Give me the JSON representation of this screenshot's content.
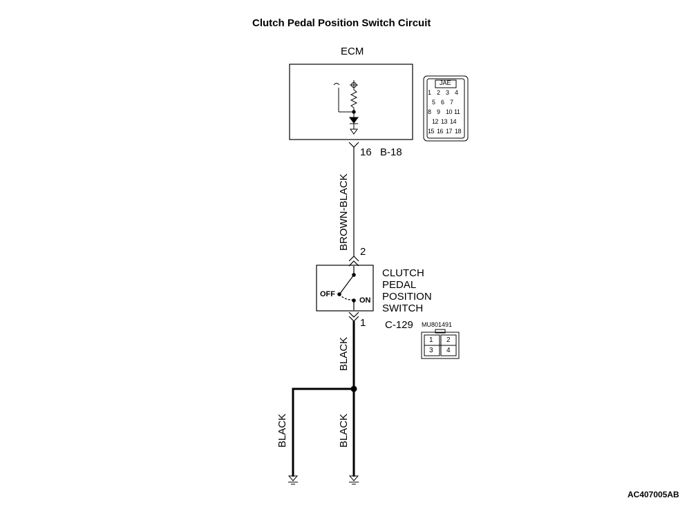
{
  "diagram": {
    "title": "Clutch Pedal Position Switch Circuit",
    "figure_code": "AC407005AB"
  },
  "ecm": {
    "label": "ECM",
    "terminal": "16",
    "connector": "B-18",
    "connector_view": {
      "type": "JAE",
      "pins": [
        "1",
        "2",
        "3",
        "4",
        "5",
        "6",
        "7",
        "8",
        "9",
        "10",
        "11",
        "12",
        "13",
        "14",
        "15",
        "16",
        "17",
        "18"
      ]
    }
  },
  "switch": {
    "name_lines": [
      "CLUTCH",
      "PEDAL",
      "POSITION",
      "SWITCH"
    ],
    "off_label": "OFF",
    "on_label": "ON",
    "upper_terminal": "2",
    "lower_terminal": "1",
    "connector": "C-129",
    "part_number": "MU801491",
    "connector_view": {
      "pins": [
        "1",
        "2",
        "3",
        "4"
      ]
    }
  },
  "wires": {
    "ecm_to_switch": "BROWN-BLACK",
    "switch_to_junction": "BLACK",
    "left_ground": "BLACK",
    "right_ground": "BLACK"
  }
}
